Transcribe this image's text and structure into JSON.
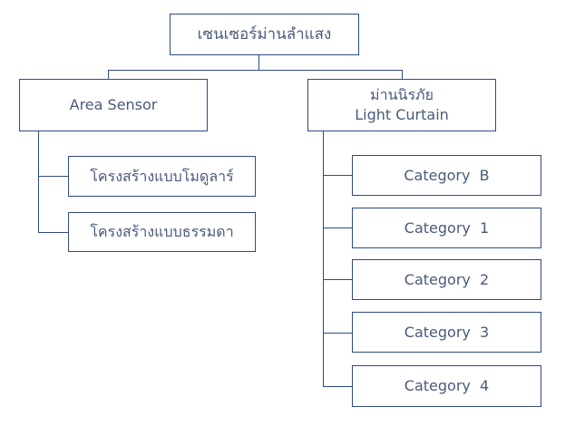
{
  "diagram": {
    "root": "เซนเซอร์ม่านลำแสง",
    "left_branch": {
      "title": "Area Sensor",
      "children": [
        "โครงสร้างแบบโมดูลาร์",
        "โครงสร้างแบบธรรมดา"
      ]
    },
    "right_branch": {
      "title_line1": "ม่านนิรภัย",
      "title_line2": "Light Curtain",
      "children": [
        "Category  B",
        "Category  1",
        "Category  2",
        "Category  3",
        "Category  4"
      ]
    }
  },
  "colors": {
    "line": "#2e4a86",
    "text": "#4a5a7a",
    "background": "#ffffff"
  }
}
